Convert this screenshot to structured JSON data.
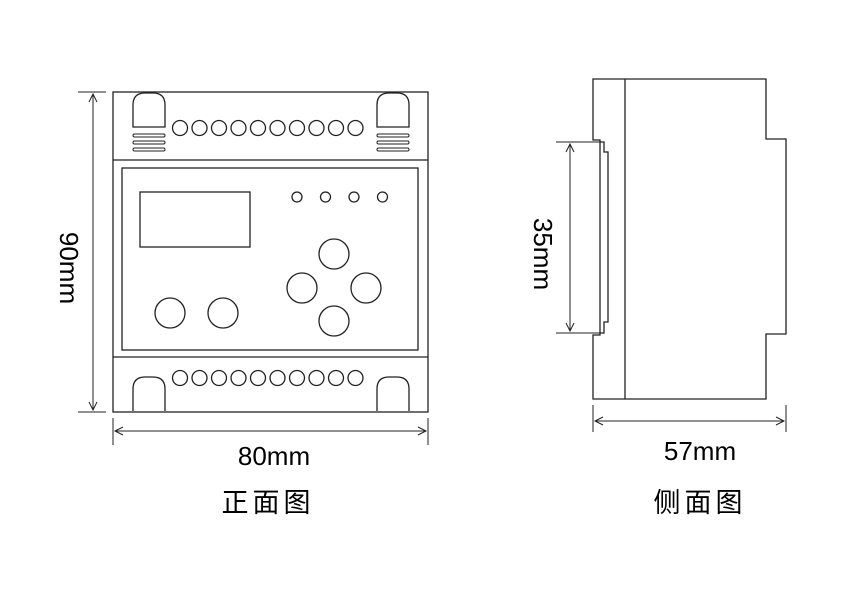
{
  "front_view": {
    "caption": "正面图",
    "width_label": "80mm",
    "height_label": "90mm",
    "terminal_count_top": 10,
    "terminal_count_bottom": 10,
    "led_count": 4,
    "nav_buttons": 4,
    "round_buttons": 2
  },
  "side_view": {
    "caption": "侧面图",
    "depth_label": "57mm",
    "rail_label": "35mm"
  },
  "colors": {
    "line": "#222222",
    "background": "#ffffff"
  }
}
